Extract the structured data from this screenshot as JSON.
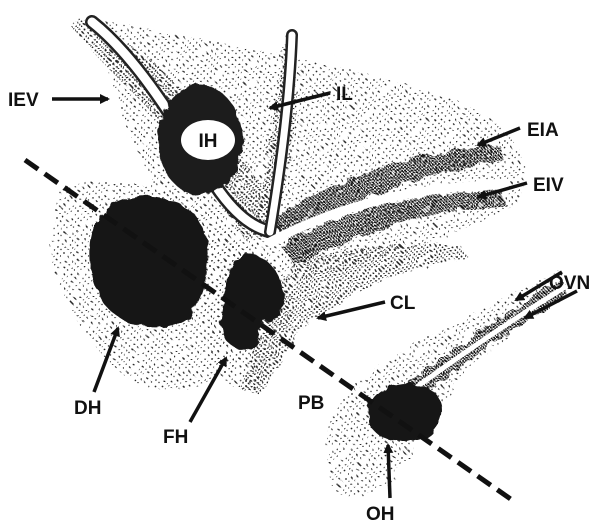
{
  "labels": {
    "iev": "IEV",
    "il": "IL",
    "ih": "IH",
    "eia": "EIA",
    "eiv": "EIV",
    "dh": "DH",
    "fh": "FH",
    "cl": "CL",
    "pb": "PB",
    "ovn": "OVN",
    "oh": "OH"
  },
  "colors": {
    "ink": "#111111",
    "stipple": "#2a2a2a",
    "background": "#ffffff"
  }
}
